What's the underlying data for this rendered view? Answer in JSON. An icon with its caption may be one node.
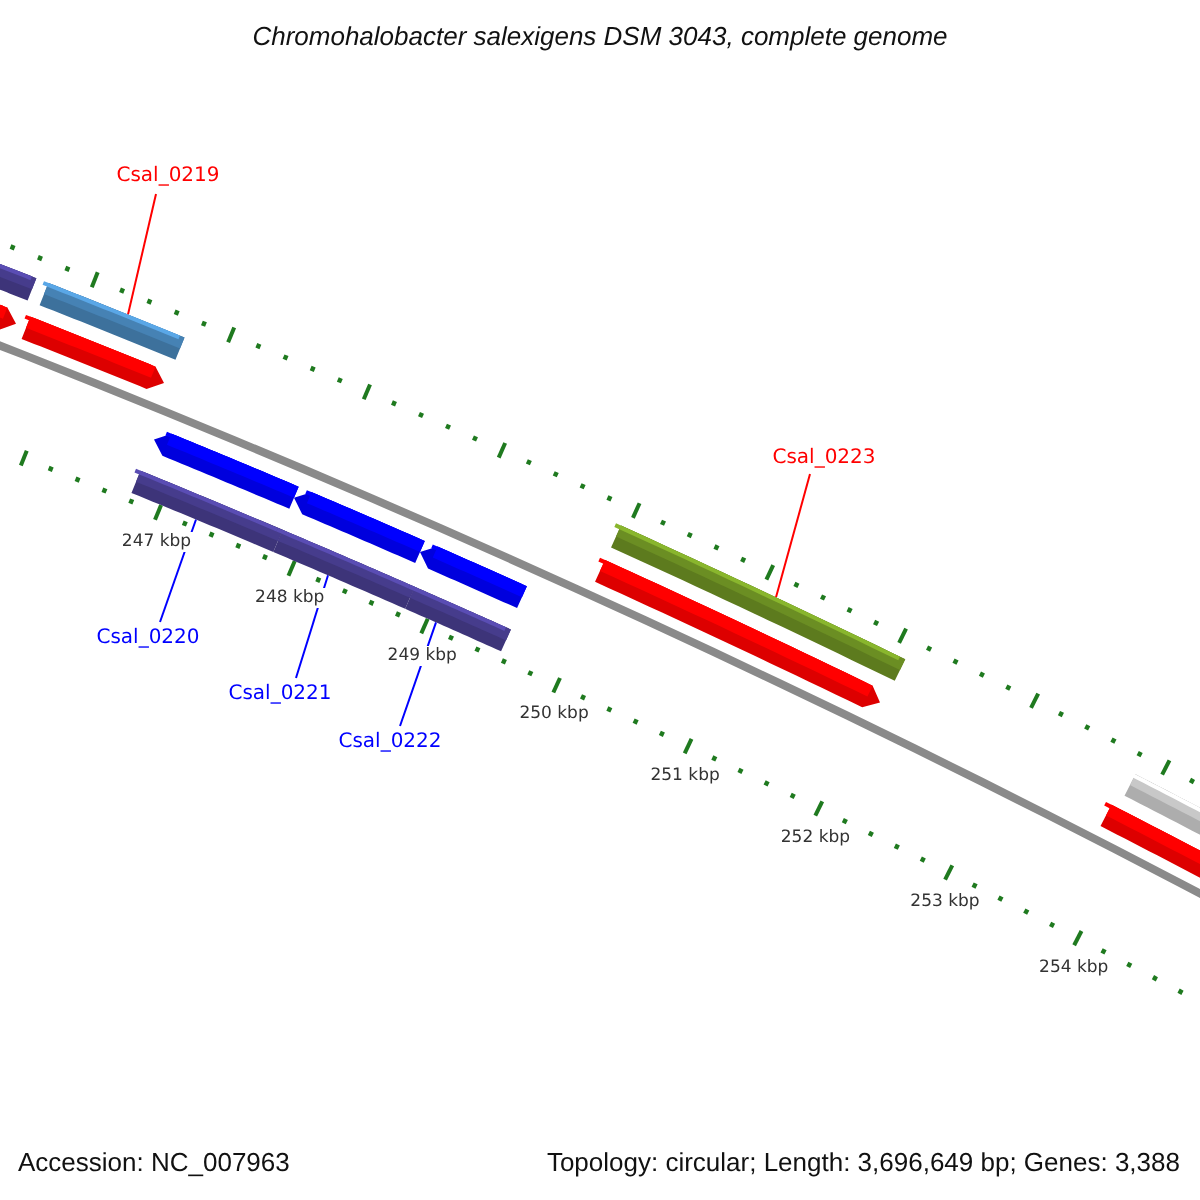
{
  "diagram": {
    "title": "Chromohalobacter salexigens DSM 3043, complete genome",
    "nodes": [
      {
        "text": [
          "Csal_0219"
        ]
      },
      {
        "text": [
          "Csal_0223"
        ]
      },
      {
        "text": [
          "Csal_0220"
        ]
      },
      {
        "text": [
          "Csal_0221"
        ]
      },
      {
        "text": [
          "Csal_0222"
        ]
      },
      {
        "text": [],
        "shape": "bar"
      },
      {
        "text": [],
        "shape": "bar"
      },
      {
        "text": [],
        "shape": "bar"
      },
      {
        "text": [],
        "shape": "bar"
      },
      {
        "text": [],
        "shape": "bar"
      }
    ],
    "edges": [
      {
        "from": 0,
        "to": 5,
        "arrow": "none",
        "color": "#ff0000"
      },
      {
        "from": 1,
        "to": 9,
        "arrow": "none",
        "color": "#ff0000"
      },
      {
        "from": 2,
        "to": 6,
        "arrow": "none"
      },
      {
        "from": 3,
        "to": 7,
        "arrow": "none"
      },
      {
        "from": 4,
        "to": 8,
        "arrow": "none"
      }
    ],
    "labels": [
      "247 kbp",
      "248 kbp",
      "249 kbp",
      "250 kbp",
      "251 kbp",
      "252 kbp",
      "253 kbp",
      "254 kbp",
      "Accession: NC_007963",
      "Topology: circular; Length: 3,696,649 bp; Genes: 3,388"
    ]
  }
}
